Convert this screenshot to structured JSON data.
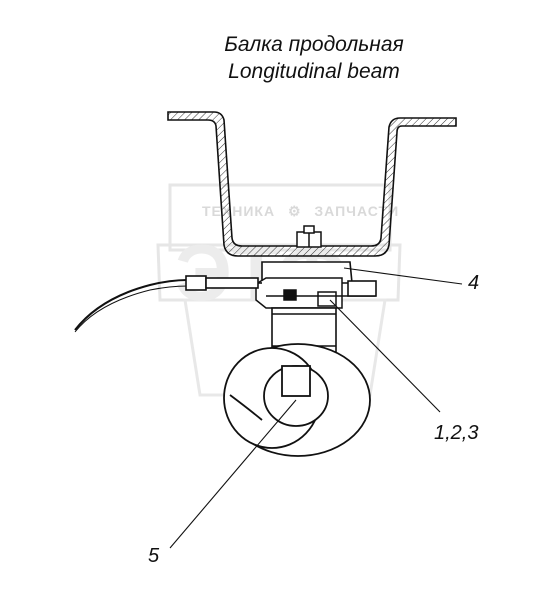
{
  "title": {
    "ru": "Балка продольная",
    "en": "Longitudinal beam"
  },
  "callouts": {
    "c4": "4",
    "c123": "1,2,3",
    "c5": "5"
  },
  "watermark": {
    "left": "ТЕХНИКА",
    "right": "ЗАПЧАСТИ",
    "icon": "gear-icon"
  },
  "colors": {
    "line": "#111111",
    "watermark": "#d9d9d9"
  }
}
